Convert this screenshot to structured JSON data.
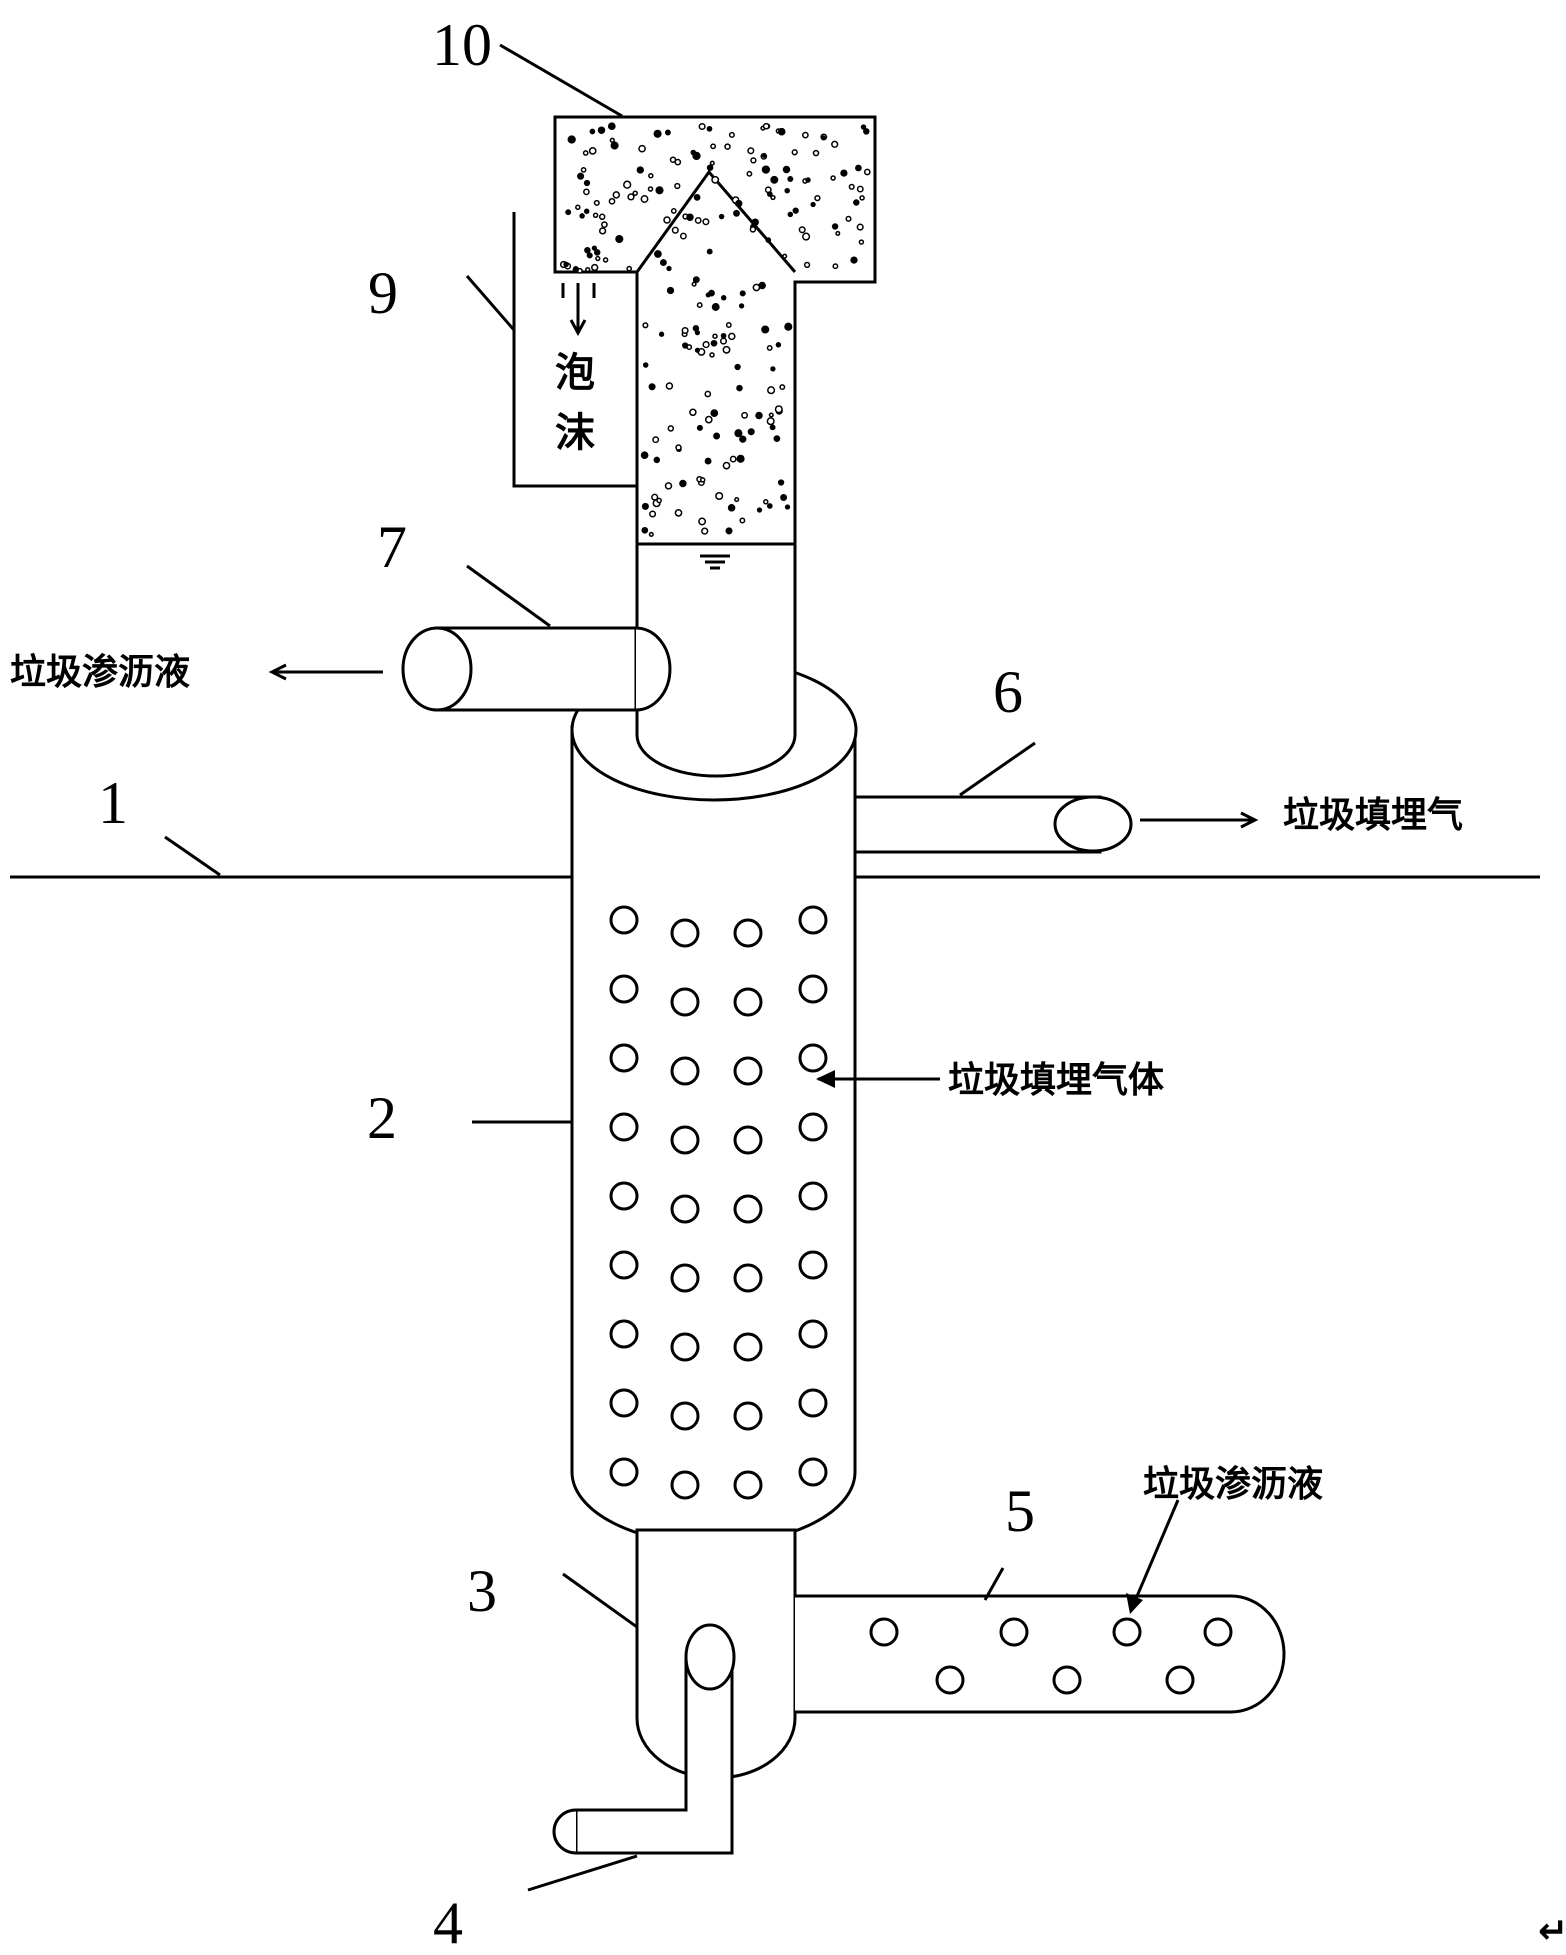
{
  "numbers": {
    "n1": "1",
    "n2": "2",
    "n3": "3",
    "n4": "4",
    "n5": "5",
    "n6": "6",
    "n7": "7",
    "n9": "9",
    "n10": "10"
  },
  "labels": {
    "leachate_top": "垃圾渗沥液",
    "landfill_gas_out": "垃圾填埋气",
    "landfill_gas_in": "垃圾填埋气体",
    "leachate_bottom": "垃圾渗沥液",
    "foam_1": "泡",
    "foam_2": "沫",
    "return_mark": "↵"
  },
  "colors": {
    "stroke": "#000000",
    "background": "#ffffff"
  }
}
